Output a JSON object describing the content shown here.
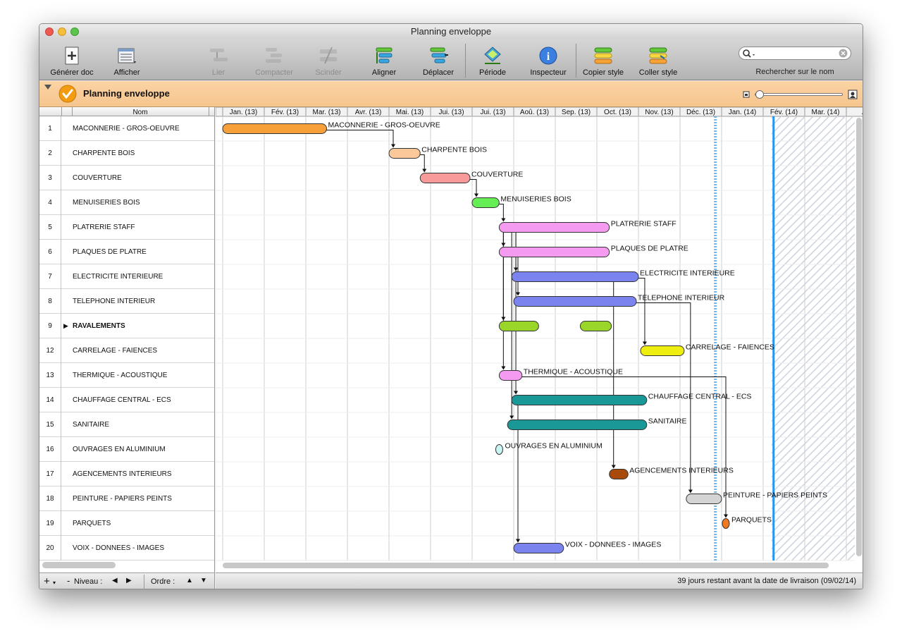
{
  "window": {
    "title": "Planning enveloppe"
  },
  "toolbar": {
    "generate_doc": "Générer doc",
    "show": "Afficher",
    "link": "Lier",
    "compact": "Compacter",
    "split": "Scinder",
    "align": "Aligner",
    "move": "Déplacer",
    "period": "Période",
    "inspector": "Inspecteur",
    "copy_style": "Copier style",
    "paste_style": "Coller style",
    "search_label": "Rechercher sur le nom",
    "search_value": ""
  },
  "project": {
    "title": "Planning enveloppe"
  },
  "table": {
    "column_name": "Nom"
  },
  "timeline": {
    "months": [
      "Jan. (13)",
      "Fév. (13)",
      "Mar. (13)",
      "Avr. (13)",
      "Mai. (13)",
      "Jui. (13)",
      "Jui. (13)",
      "Aoû. (13)",
      "Sep. (13)",
      "Oct. (13)",
      "Nov. (13)",
      "Déc. (13)",
      "Jan. (14)",
      "Fév. (14)",
      "Mar. (14)",
      "Avr"
    ]
  },
  "tasks": [
    {
      "row": "1",
      "name": "MACONNERIE - GROS-OEUVRE",
      "label": "MACONNERIE - GROS-OEUVRE",
      "start": 0.0,
      "end": 2.5,
      "color": "#f7a03a"
    },
    {
      "row": "2",
      "name": "CHARPENTE BOIS",
      "label": "CHARPENTE BOIS",
      "start": 4.0,
      "end": 4.75,
      "color": "#fbc89a"
    },
    {
      "row": "3",
      "name": "COUVERTURE",
      "label": "COUVERTURE",
      "start": 4.75,
      "end": 5.95,
      "color": "#f99a9a"
    },
    {
      "row": "4",
      "name": "MENUISERIES BOIS",
      "label": "MENUISERIES BOIS",
      "start": 6.0,
      "end": 6.65,
      "color": "#66ee55"
    },
    {
      "row": "5",
      "name": "PLATRERIE  STAFF",
      "label": "PLATRERIE  STAFF",
      "start": 6.65,
      "end": 9.3,
      "color": "#f49af0"
    },
    {
      "row": "6",
      "name": "PLAQUES DE PLATRE",
      "label": "PLAQUES DE PLATRE",
      "start": 6.65,
      "end": 9.3,
      "color": "#f49af0"
    },
    {
      "row": "7",
      "name": "ELECTRICITE INTERIEURE",
      "label": "ELECTRICITE INTERIEURE",
      "start": 6.95,
      "end": 10.0,
      "color": "#7b83ee"
    },
    {
      "row": "8",
      "name": "TELEPHONE INTERIEUR",
      "label": "TELEPHONE INTERIEUR",
      "start": 7.0,
      "end": 9.95,
      "color": "#7b83ee"
    },
    {
      "row": "9",
      "name": "RAVALEMENTS",
      "label": "",
      "start": 6.65,
      "end": 7.6,
      "start2": 8.6,
      "end2": 9.35,
      "color": "#9ad62a",
      "group": true
    },
    {
      "row": "12",
      "name": "CARRELAGE - FAIENCES",
      "label": "CARRELAGE - FAIENCES",
      "start": 10.05,
      "end": 11.1,
      "color": "#eeee11"
    },
    {
      "row": "13",
      "name": "THERMIQUE - ACOUSTIQUE",
      "label": "THERMIQUE - ACOUSTIQUE",
      "start": 6.65,
      "end": 7.2,
      "color": "#f49af0"
    },
    {
      "row": "14",
      "name": "CHAUFFAGE CENTRAL - ECS",
      "label": "CHAUFFAGE CENTRAL - ECS",
      "start": 6.95,
      "end": 10.2,
      "color": "#1a9898"
    },
    {
      "row": "15",
      "name": "SANITAIRE",
      "label": "SANITAIRE",
      "start": 6.85,
      "end": 10.2,
      "color": "#1a9898"
    },
    {
      "row": "16",
      "name": "OUVRAGES EN ALUMINIUM",
      "label": "OUVRAGES EN ALUMINIUM",
      "start": 6.55,
      "end": 6.75,
      "color": "#c8f4f4",
      "milestone": true
    },
    {
      "row": "17",
      "name": "AGENCEMENTS INTERIEURS",
      "label": "AGENCEMENTS INTERIEURS",
      "start": 9.3,
      "end": 9.75,
      "color": "#aa4a0a"
    },
    {
      "row": "18",
      "name": "PEINTURE - PAPIERS PEINTS",
      "label": "PEINTURE - PAPIERS PEINTS",
      "start": 11.15,
      "end": 12.0,
      "color": "#d4d4d4"
    },
    {
      "row": "19",
      "name": "PARQUETS",
      "label": "PARQUETS",
      "start": 12.0,
      "end": 12.2,
      "color": "#f07a20",
      "milestone": true
    },
    {
      "row": "20",
      "name": "VOIX - DONNEES - IMAGES",
      "label": "VOIX - DONNEES - IMAGES",
      "start": 7.0,
      "end": 8.2,
      "color": "#7b83ee"
    }
  ],
  "bottom": {
    "level_label": "Niveau :",
    "order_label": "Ordre :",
    "status": "39 jours restant avant la date de livraison (09/02/14)"
  },
  "colors": {
    "project_bar": "#f8c995",
    "today_line": "#6fb6e6",
    "deadline_line": "#2196f3",
    "check_badge": "#f39c12"
  }
}
